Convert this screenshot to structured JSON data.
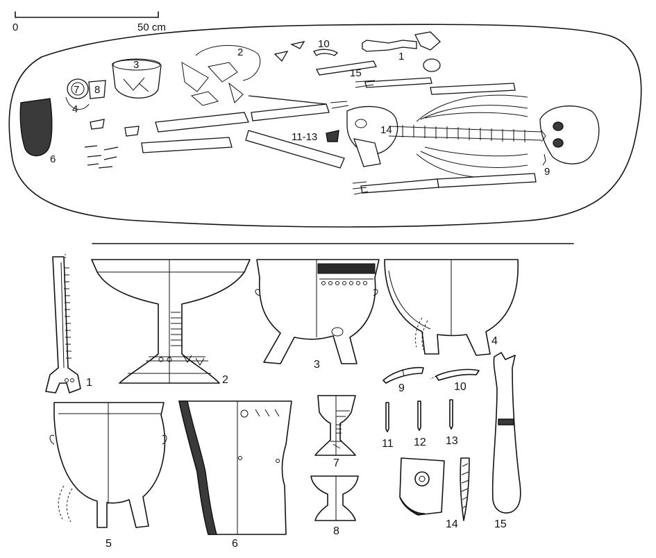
{
  "scale_bar": {
    "start_label": "0",
    "end_label": "50 cm"
  },
  "burial_labels": {
    "item_1": "1",
    "item_2": "2",
    "item_3": "3",
    "item_4": "4",
    "item_6": "6",
    "item_7": "7",
    "item_8": "8",
    "item_9": "9",
    "item_10": "10",
    "item_11_13": "11-13",
    "item_14": "14",
    "item_15": "15"
  },
  "artifact_labels": {
    "a1": "1",
    "a2": "2",
    "a3": "3",
    "a4": "4",
    "a5": "5",
    "a6": "6",
    "a7": "7",
    "a8": "8",
    "a9": "9",
    "a10": "10",
    "a11": "11",
    "a12": "12",
    "a13": "13",
    "a14": "14",
    "a15": "15"
  },
  "colors": {
    "ink": "#111111",
    "fill_dark": "#3a3a3a",
    "background": "#ffffff"
  }
}
